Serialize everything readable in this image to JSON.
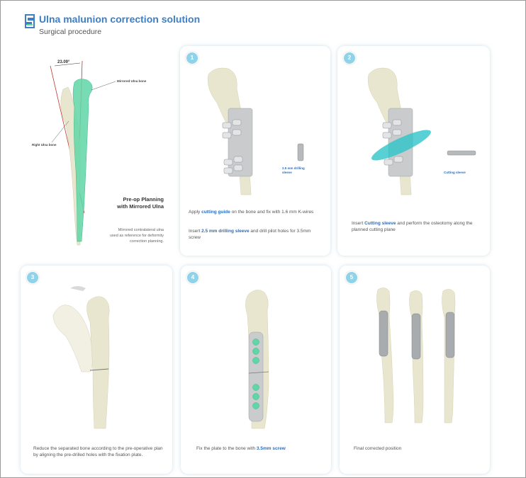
{
  "header": {
    "title": "Ulna malunion correction solution",
    "subtitle": "Surgical procedure"
  },
  "preop": {
    "angle": "23.09°",
    "mirrored_label": "Mirrored Ulna bone",
    "right_label": "Right Ulna bone",
    "title_line1": "Pre-op Planning",
    "title_line2": "with Mirrored Ulna",
    "desc_line1": "Mirrored contralateral ulna",
    "desc_line2": "used as reference for deformity",
    "desc_line3": "correction planning."
  },
  "steps": [
    {
      "num": "1",
      "p1_a": "Apply ",
      "p1_hl": "cutting guide",
      "p1_b": " on the bone and fix with 1.6 mm K-wires",
      "p2_a": "Insert  ",
      "p2_hl": "2.5 mm drilling sleeve",
      "p2_b": " and drill pilot holes for 3.5mm screw",
      "tool_label_1": "2.5 mm drilling",
      "tool_label_2": "sleeve"
    },
    {
      "num": "2",
      "p1_a": "Insert ",
      "p1_hl": "Cutting sleeve",
      "p1_b": " and perform the osteotomy along the planned cutting plane",
      "tool_label": "Cutting sleeve"
    },
    {
      "num": "3",
      "text": "Reduce the separated bone according to the pre-operative plan by aligning the pre-drilled holes with the fixation plate."
    },
    {
      "num": "4",
      "text_a": "Fix the plate to the bone with ",
      "text_hl": "3.5mm screw"
    },
    {
      "num": "5",
      "text": "Final corrected position"
    }
  ],
  "colors": {
    "accent": "#2f6db8",
    "mirror": "#5fd6a6",
    "bone": "#e9e6cf",
    "badge": "#8fd3ea"
  }
}
